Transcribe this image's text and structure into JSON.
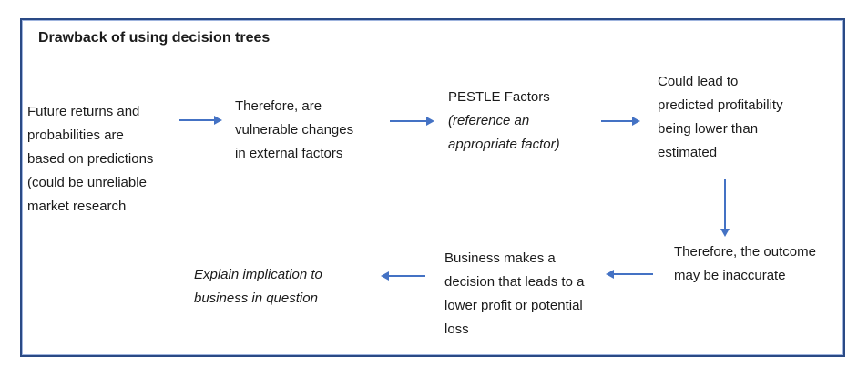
{
  "title": "Drawback of using decision trees",
  "colors": {
    "arrow": "#4472C4",
    "frame_outer": "#2A4A85",
    "frame_inner": "#9FB4DE",
    "text": "#1B1B1B",
    "background": "#FFFFFF"
  },
  "nodes": {
    "predictions": {
      "lines": [
        "Future returns and",
        "probabilities are",
        "based on predictions",
        "(could be unreliable",
        "market research"
      ]
    },
    "external_factors": {
      "lines": [
        "Therefore, are",
        "vulnerable changes",
        "in external factors"
      ]
    },
    "pestle": {
      "heading": "PESTLE Factors",
      "note_lines": [
        "(reference an",
        "appropriate factor)"
      ]
    },
    "profitability": {
      "lines": [
        "Could lead to",
        "predicted profitability",
        "being lower than",
        "estimated"
      ]
    },
    "outcome": {
      "lines": [
        "Therefore, the outcome",
        "may be inaccurate"
      ]
    },
    "decision": {
      "lines": [
        "Business makes a",
        "decision that leads to a",
        "lower profit or potential",
        "loss"
      ]
    },
    "implication": {
      "lines": [
        "Explain implication to",
        "business in question"
      ]
    }
  }
}
